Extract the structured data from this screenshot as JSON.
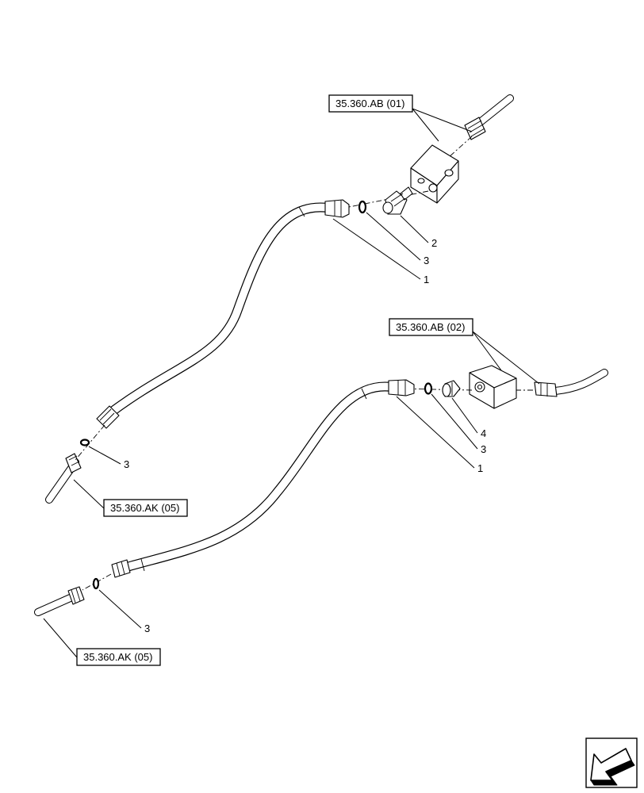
{
  "references": {
    "top": "35.360.AB (01)",
    "mid": "35.360.AB (02)",
    "left_upper": "35.360.AK (05)",
    "left_lower": "35.360.AK (05)"
  },
  "callouts": {
    "c2": "2",
    "c3_upper": "3",
    "c1_upper": "1",
    "c4": "4",
    "c3_mid": "3",
    "c1_lower": "1",
    "c3_left_upper": "3",
    "c3_left_lower": "3"
  },
  "icons": {
    "nav": "arrow-down-left-icon"
  }
}
